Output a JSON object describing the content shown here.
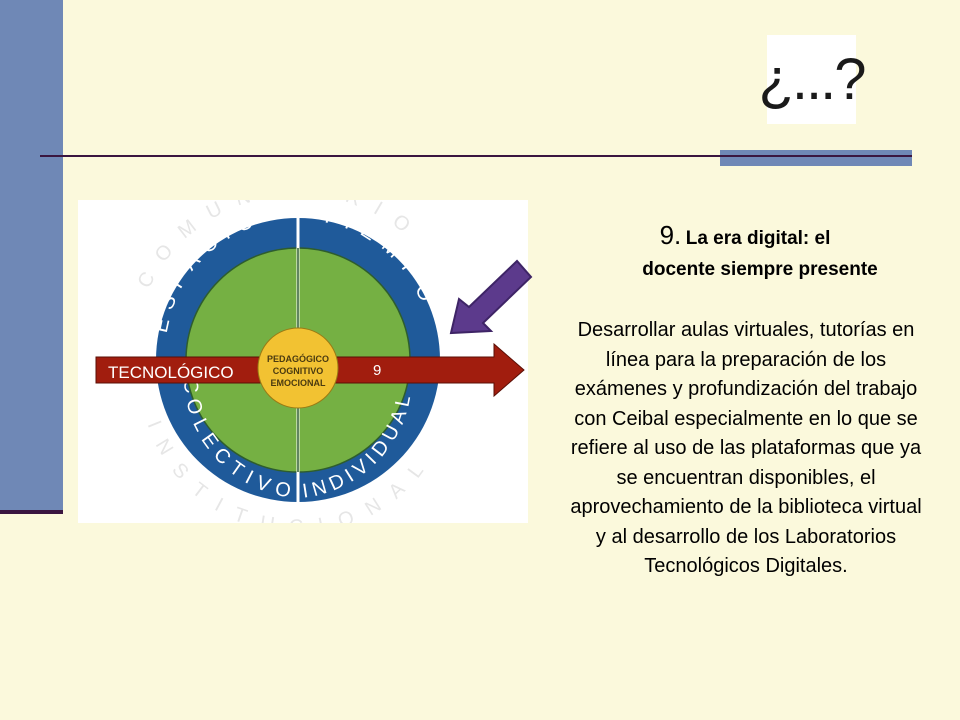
{
  "slide": {
    "question_icon_text": "¿...?",
    "heading_number": "9.",
    "heading_line1": "La era digital: el",
    "heading_line2": "docente siempre presente",
    "body": "Desarrollar aulas virtuales, tutorías en línea para la preparación de los exámenes y profundización del trabajo con Ceibal especialmente en lo que se refiere al uso de las plataformas que ya se encuentran disponibles, el aprovechamiento de la biblioteca virtual y al desarrollo de los Laboratorios Tecnológicos Digitales."
  },
  "diagram": {
    "ring_top_left": "ESPACIO",
    "ring_top_right": "TIEMPO",
    "ring_bottom_left": "COLECTIVO",
    "ring_bottom_right": "INDIVIDUAL",
    "arrow_label": "TECNOLÓGICO",
    "arrow_number": "9",
    "center_line1": "PEDAGÓGICO",
    "center_line2": "COGNITIVO",
    "center_line3": "EMOCIONAL",
    "outer_letters_top": "COMUNITARIO",
    "outer_letters_bottom": "INSTITUCIONAL"
  },
  "colors": {
    "background": "#fbf9dc",
    "left_bar": "#6f88b6",
    "rule": "#3a1640",
    "ring_blue": "#1f5a9a",
    "inner_green": "#75b043",
    "center_yellow": "#f2c232",
    "arrow_red": "#a11d0e",
    "pointer_purple": "#5c3a8c"
  }
}
